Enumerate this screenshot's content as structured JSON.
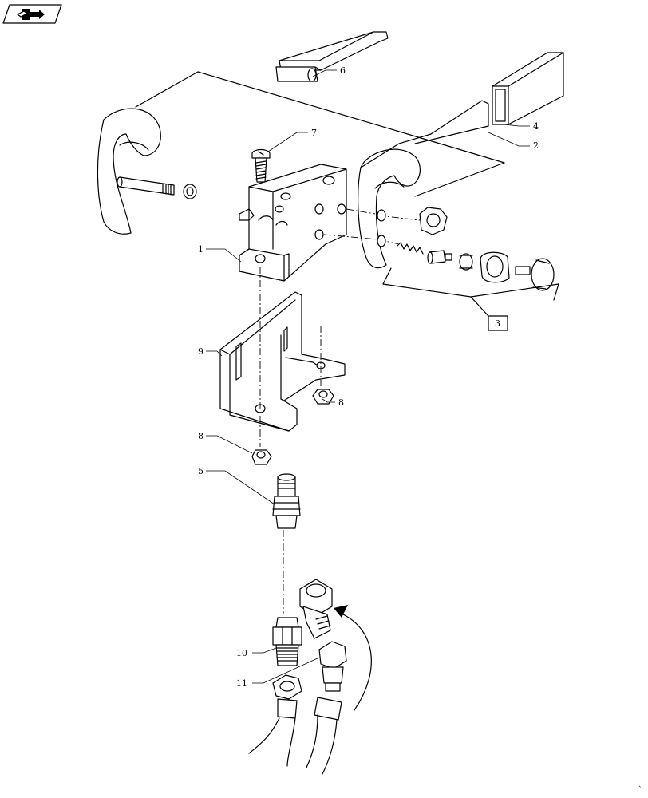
{
  "callouts": {
    "c1": "1",
    "c2": "2",
    "c3": "3",
    "c4": "4",
    "c5": "5",
    "c6": "6",
    "c7": "7",
    "c8a": "8",
    "c8b": "8",
    "c9": "9",
    "c10": "10",
    "c11": "11"
  },
  "corner_mark": "`",
  "colors": {
    "ink": "#000000",
    "paper": "#ffffff"
  },
  "icons": {
    "nav": "arrow-icon"
  }
}
